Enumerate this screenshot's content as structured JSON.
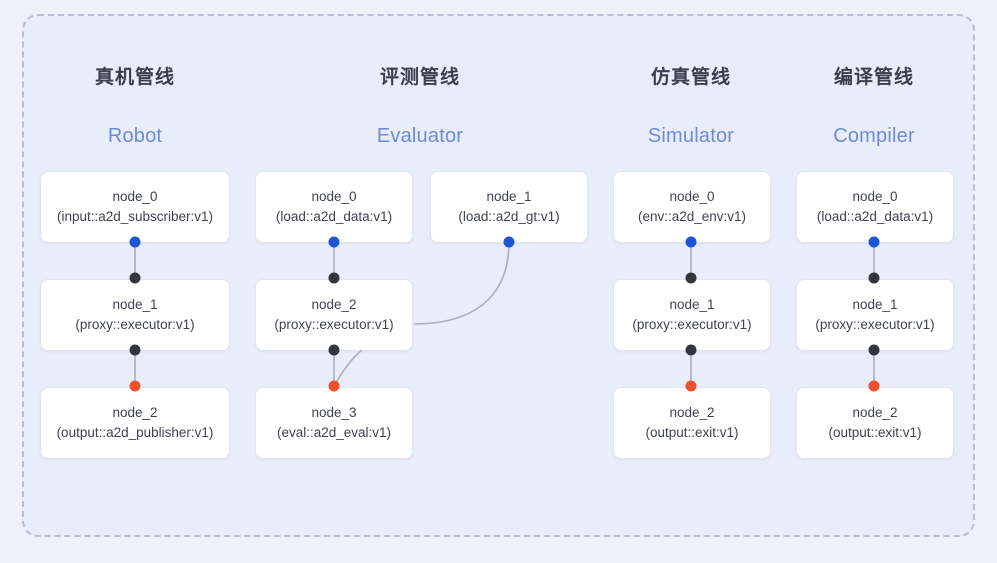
{
  "diagram": {
    "background_color": "#eef1fa",
    "panel_color": "#e8edfa",
    "panel_border_color": "#b9bfcf",
    "accent_color": "#6f8ad6",
    "dot_colors": {
      "input": "#1a56d6",
      "proxy": "#33363d",
      "output": "#f2502c"
    },
    "columns": [
      {
        "cn_title": "真机管线",
        "en_title": "Robot",
        "nodes": [
          {
            "name": "node_0",
            "signature": "(input::a2d_subscriber:v1)"
          },
          {
            "name": "node_1",
            "signature": "(proxy::executor:v1)"
          },
          {
            "name": "node_2",
            "signature": "(output::a2d_publisher:v1)"
          }
        ]
      },
      {
        "cn_title": "评测管线",
        "en_title": "Evaluator",
        "nodes": [
          {
            "name": "node_0",
            "signature": "(load::a2d_data:v1)"
          },
          {
            "name": "node_1",
            "signature": "(load::a2d_gt:v1)"
          },
          {
            "name": "node_2",
            "signature": "(proxy::executor:v1)"
          },
          {
            "name": "node_3",
            "signature": "(eval::a2d_eval:v1)"
          }
        ]
      },
      {
        "cn_title": "仿真管线",
        "en_title": "Simulator",
        "nodes": [
          {
            "name": "node_0",
            "signature": "(env::a2d_env:v1)"
          },
          {
            "name": "node_1",
            "signature": "(proxy::executor:v1)"
          },
          {
            "name": "node_2",
            "signature": "(output::exit:v1)"
          }
        ]
      },
      {
        "cn_title": "编译管线",
        "en_title": "Compiler",
        "nodes": [
          {
            "name": "node_0",
            "signature": "(load::a2d_data:v1)"
          },
          {
            "name": "node_1",
            "signature": "(proxy::executor:v1)"
          },
          {
            "name": "node_2",
            "signature": "(output::exit:v1)"
          }
        ]
      }
    ]
  }
}
